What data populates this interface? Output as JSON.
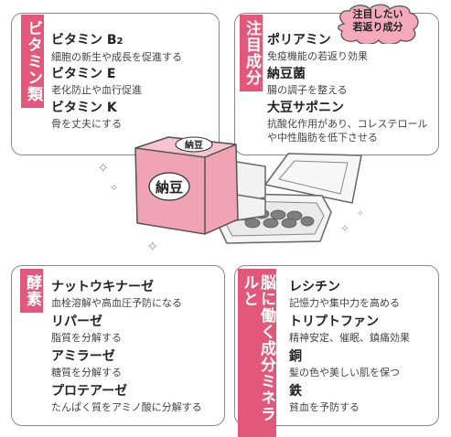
{
  "vitamins": {
    "category": "ビタミン類",
    "items": [
      {
        "name": "ビタミン B",
        "sub": "2",
        "desc": "細胞の新生や成長を促進する"
      },
      {
        "name": "ビタミン E",
        "desc": "老化防止や血行促進"
      },
      {
        "name": "ビタミン K",
        "desc": "骨を丈夫にする"
      }
    ]
  },
  "nutrients": {
    "category": "注目成分",
    "callout": {
      "line1": "注目したい",
      "line2": "若返り成分"
    },
    "items": [
      {
        "name": "ポリアミン",
        "desc": "免疫機能の若返り効果"
      },
      {
        "name": "納豆菌",
        "desc": "腸の調子を整える"
      },
      {
        "name": "大豆サポニン",
        "desc": "抗酸化作用があり、コレステロール",
        "desc2": "や中性脂肪を低下させる"
      }
    ]
  },
  "natto": {
    "label": "納豆"
  },
  "enzymes": {
    "category": "酵素",
    "items": [
      {
        "name": "ナットウキナーゼ",
        "desc": "血栓溶解や高血圧予防になる"
      },
      {
        "name": "リパーゼ",
        "desc": "脂質を分解する"
      },
      {
        "name": "アミラーゼ",
        "desc": "糖質を分解する"
      },
      {
        "name": "プロテアーゼ",
        "desc": "たんぱく質をアミノ酸に分解する"
      }
    ]
  },
  "minerals": {
    "category_col1": "脳に働く成分",
    "category_col2": "ミネラルと",
    "items": [
      {
        "name": "レシチン",
        "desc": "記憶力や集中力を高める"
      },
      {
        "name": "トリプトファン",
        "desc": "精神安定、催眠、鎮痛効果"
      },
      {
        "name": "銅",
        "desc": "髪の色や美しい肌を保つ"
      },
      {
        "name": "鉄",
        "desc": "貧血を予防する"
      }
    ]
  },
  "colors": {
    "accent": "#e2577a",
    "box_pink": "#f0a3b4",
    "border": "#8a8a8a"
  }
}
